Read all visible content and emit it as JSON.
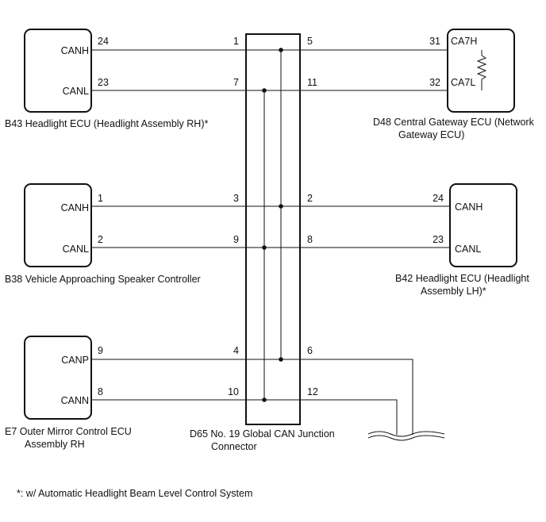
{
  "components": {
    "b43": {
      "pin_h_num": "24",
      "pin_h_label": "CANH",
      "pin_l_num": "23",
      "pin_l_label": "CANL",
      "caption": "B43  Headlight ECU (Headlight Assembly RH)*"
    },
    "b38": {
      "pin_h_num": "1",
      "pin_h_label": "CANH",
      "pin_l_num": "2",
      "pin_l_label": "CANL",
      "caption": "B38  Vehicle Approaching Speaker Controller"
    },
    "e7": {
      "pin_h_num": "9",
      "pin_h_label": "CANP",
      "pin_l_num": "8",
      "pin_l_label": "CANN",
      "caption_line1": "E7   Outer Mirror Control ECU",
      "caption_line2": "Assembly RH"
    },
    "d48": {
      "pin_h_num": "31",
      "pin_h_label": "CA7H",
      "pin_l_num": "32",
      "pin_l_label": "CA7L",
      "caption_line1": "D48   Central Gateway ECU (Network",
      "caption_line2": "Gateway ECU)"
    },
    "b42": {
      "pin_h_num": "24",
      "pin_h_label": "CANH",
      "pin_l_num": "23",
      "pin_l_label": "CANL",
      "caption_line1": "B42   Headlight ECU (Headlight",
      "caption_line2": "Assembly LH)*"
    }
  },
  "junction": {
    "left_pins": [
      "1",
      "7",
      "3",
      "9",
      "4",
      "10"
    ],
    "right_pins": [
      "5",
      "11",
      "2",
      "8",
      "6",
      "12"
    ],
    "caption_line1": "D65  No. 19 Global CAN Junction",
    "caption_line2": "Connector"
  },
  "footnote": "*: w/ Automatic Headlight Beam Level Control System",
  "colors": {
    "line": "#111111"
  }
}
